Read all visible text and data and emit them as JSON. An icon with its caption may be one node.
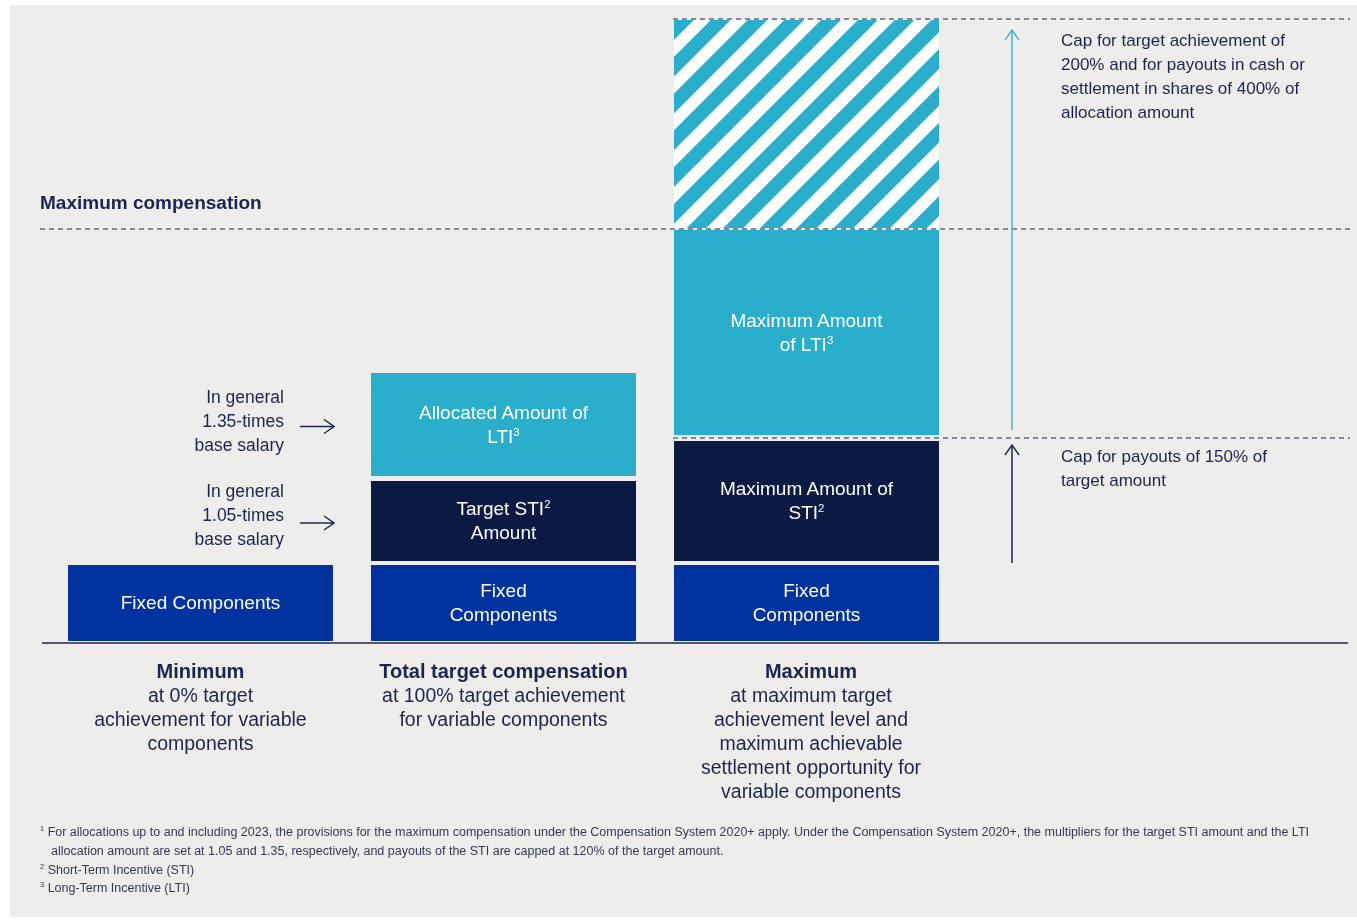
{
  "diagram": {
    "nodes": [
      {
        "text": [
          "In general 1.35-times base salary"
        ]
      },
      {
        "text": [
          "In general 1.05-times base salary"
        ]
      },
      {
        "text": [
          "Fixed Components"
        ]
      },
      {
        "text": [
          "Allocated Amount of LTI$^{3}$"
        ]
      },
      {
        "text": [
          "Target STI$^{2}$ Amount"
        ]
      },
      {
        "text": [
          "Fixed Components"
        ]
      },
      {
        "text": [],
        "shape": "box"
      },
      {
        "text": [
          "Maximum Amount of LTI$^{3}$"
        ]
      },
      {
        "text": [
          "Maximum Amount of STI$^{2}$"
        ]
      },
      {
        "text": [
          "Fixed Components"
        ]
      }
    ],
    "edges": [
      {
        "from": 0,
        "to": 3,
        "arrow": "to"
      },
      {
        "from": 1,
        "to": 4,
        "arrow": "to"
      }
    ],
    "labels": [
      "Maximum compensation",
      "Cap for target achievement of 200% and for payouts in cash or settlement in shares of 400% of allocation amount",
      "Cap for payouts of 150% of target amount",
      "Minimum",
      "at 0% target achievement for variable components",
      "Total target compensation",
      "at 100% target achievement for variable components",
      "Maximum",
      "at maximum target achievement level and maximum achievable settlement opportunity for variable components",
      "$^{1}$ For allocations up to and including 2023, the provisions for the maximum compensation under the Compensation System 2020+ apply. Under the Compensation System 2020+, the multipliers for the target STI amount and the LTI allocation amount are set at 1.05 and 1.35, respectively, and payouts of the STI are capped at 120% of the target amount.",
      "$^{2}$ Short-Term Incentive (STI)",
      "$^{3}$ Long-Term Incentive (LTI)"
    ]
  }
}
